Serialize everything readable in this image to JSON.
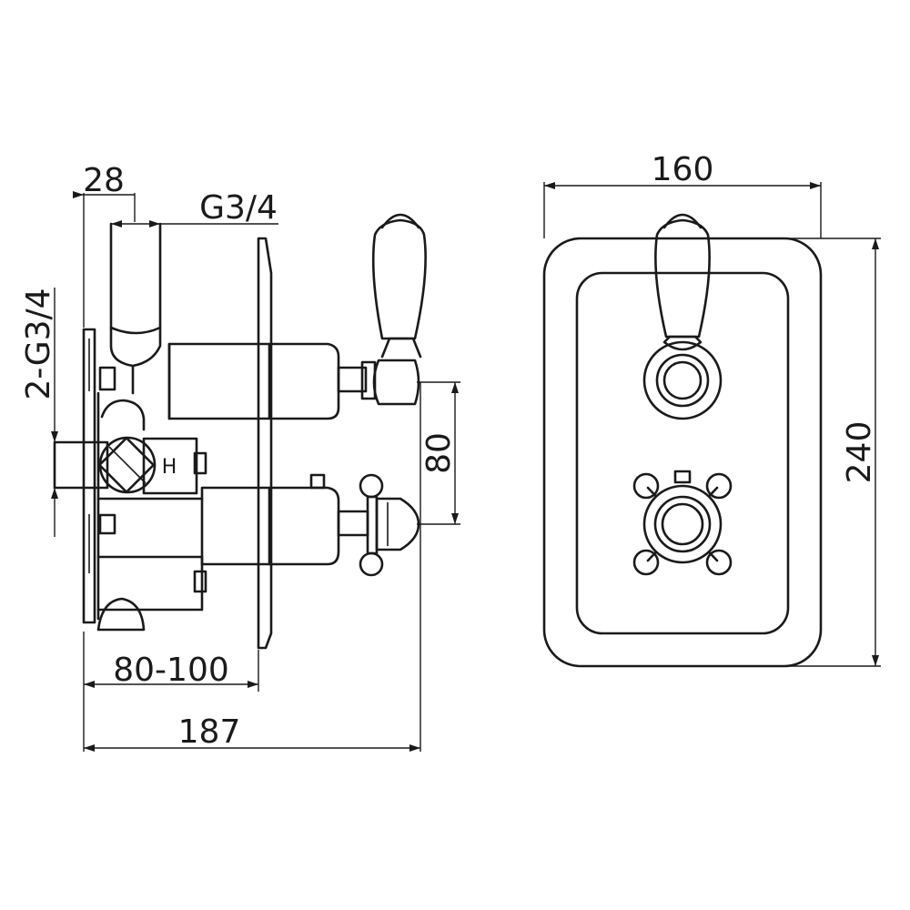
{
  "dimensions": {
    "outlet_offset": "28",
    "outlet_thread": "G3/4",
    "inlet_thread": "2-G3/4",
    "wall_depth": "80-100",
    "total_depth": "187",
    "handle_spacing": "80",
    "plate_width": "160",
    "plate_height": "240"
  },
  "markings": {
    "hot_inlet": "H"
  }
}
